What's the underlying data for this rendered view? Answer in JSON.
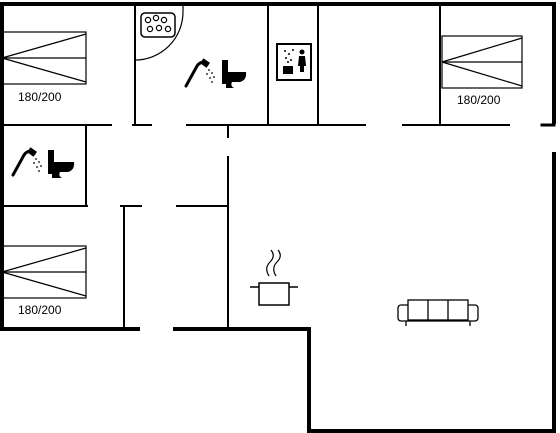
{
  "floorplan": {
    "beds": [
      {
        "id": "bedroom-top-left",
        "size_label": "180/200"
      },
      {
        "id": "bedroom-top-right",
        "size_label": "180/200"
      },
      {
        "id": "bedroom-bottom-left",
        "size_label": "180/200"
      }
    ],
    "icons": {
      "whirlpool": "whirlpool-icon",
      "shower": "shower-icon",
      "toilet": "toilet-icon",
      "sauna": "sauna-icon",
      "cooking_pot": "cooking-pot-icon",
      "sofa": "sofa-icon"
    },
    "colors": {
      "line": "#000000",
      "background": "#ffffff"
    }
  }
}
